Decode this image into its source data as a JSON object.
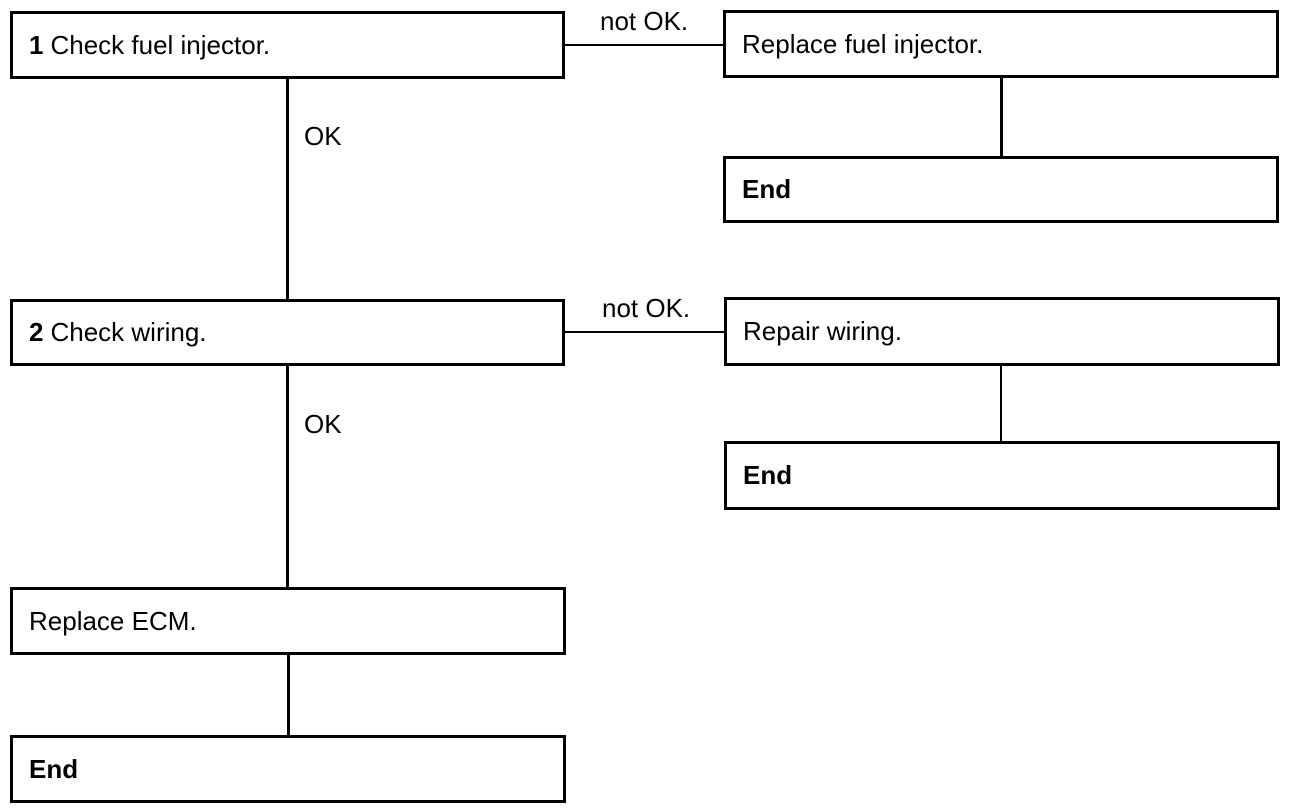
{
  "steps": [
    {
      "number": "1",
      "text": "Check fuel injector.",
      "not_ok_label": "not OK.",
      "ok_label": "OK",
      "action_text": "Replace fuel injector.",
      "end_text": "End"
    },
    {
      "number": "2",
      "text": "Check wiring.",
      "not_ok_label": "not OK.",
      "ok_label": "OK",
      "action_text": "Repair wiring.",
      "end_text": "End"
    }
  ],
  "final": {
    "action_text": "Replace ECM.",
    "end_text": "End"
  }
}
